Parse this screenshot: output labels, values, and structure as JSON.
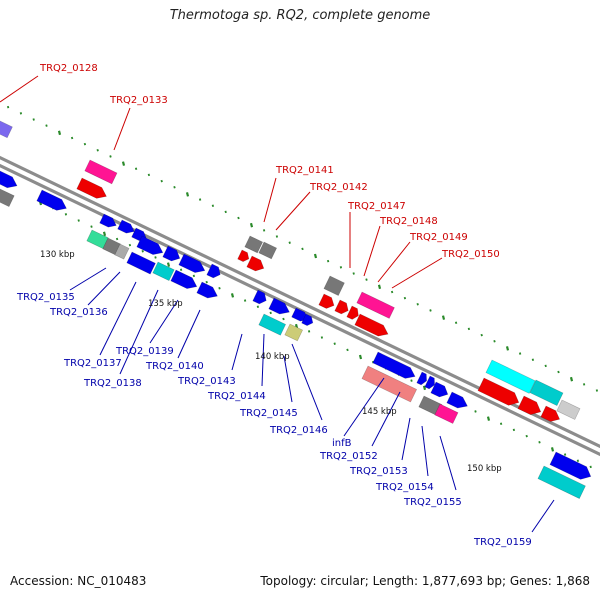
{
  "title": "Thermotoga sp. RQ2, complete genome",
  "footer": {
    "accession": "Accession: NC_010483",
    "summary": "Topology: circular; Length: 1,877,693 bp; Genes: 1,868"
  },
  "colors": {
    "forward_label": "#cc0000",
    "reverse_label": "#0000aa",
    "backbone": "#8c8c8c",
    "tick": "#2a8a2a"
  },
  "backbone_ruler": [
    {
      "label": "130 kbp"
    },
    {
      "label": "135 kbp"
    },
    {
      "label": "140 kbp"
    },
    {
      "label": "145 kbp"
    },
    {
      "label": "150 kbp"
    }
  ],
  "forward_labels": [
    {
      "label": "TRQ2_0128"
    },
    {
      "label": "TRQ2_0133"
    },
    {
      "label": "TRQ2_0141"
    },
    {
      "label": "TRQ2_0142"
    },
    {
      "label": "TRQ2_0147"
    },
    {
      "label": "TRQ2_0148"
    },
    {
      "label": "TRQ2_0149"
    },
    {
      "label": "TRQ2_0150"
    }
  ],
  "reverse_labels": [
    {
      "label": "TRQ2_0135"
    },
    {
      "label": "TRQ2_0136"
    },
    {
      "label": "TRQ2_0137"
    },
    {
      "label": "TRQ2_0138"
    },
    {
      "label": "TRQ2_0139"
    },
    {
      "label": "TRQ2_0140"
    },
    {
      "label": "TRQ2_0143"
    },
    {
      "label": "TRQ2_0144"
    },
    {
      "label": "TRQ2_0145"
    },
    {
      "label": "TRQ2_0146"
    },
    {
      "label": "infB"
    },
    {
      "label": "TRQ2_0152"
    },
    {
      "label": "TRQ2_0153"
    },
    {
      "label": "TRQ2_0154"
    },
    {
      "label": "TRQ2_0155"
    },
    {
      "label": "TRQ2_0159"
    }
  ]
}
